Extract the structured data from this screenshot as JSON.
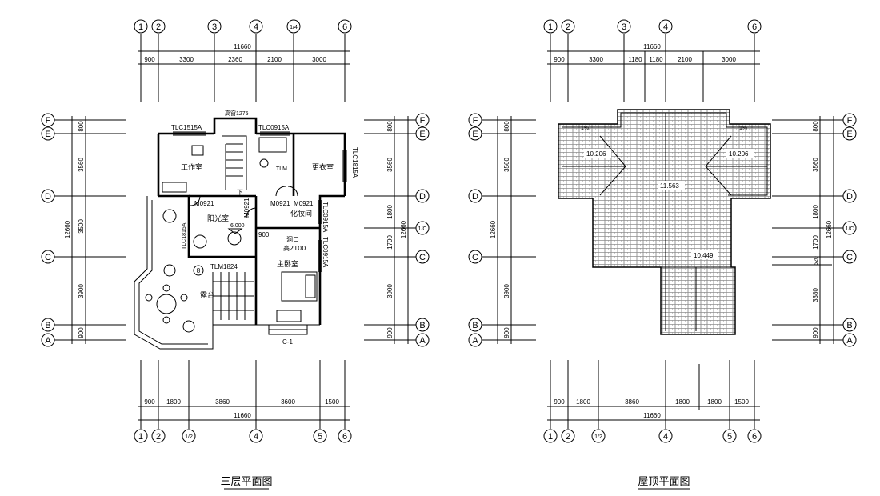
{
  "plan_left": {
    "title": "三层平面图",
    "top_axes": [
      "1",
      "2",
      "3",
      "4",
      "1/4",
      "6"
    ],
    "bottom_axes": [
      "1",
      "2",
      "1/2",
      "4",
      "5",
      "6"
    ],
    "left_axes": [
      "F",
      "E",
      "D",
      "C",
      "B",
      "A"
    ],
    "right_axes": [
      "F",
      "E",
      "D",
      "1/C",
      "C",
      "B",
      "A"
    ],
    "top_total": "11660",
    "top_dims": [
      "900",
      "3300",
      "2360",
      "2100",
      "3000"
    ],
    "bottom_total": "11660",
    "bottom_dims": [
      "900",
      "1800",
      "3860",
      "3600",
      "1500"
    ],
    "left_total": "12660",
    "left_dims": [
      "800",
      "3560",
      "3500",
      "3900",
      "900"
    ],
    "right_total": "12660",
    "right_dims": [
      "800",
      "3560",
      "1800",
      "1700",
      "3900",
      "900"
    ],
    "rooms": {
      "study": "工作室",
      "dressing": "更衣室",
      "sunroom": "阳光室",
      "makeup": "化妆间",
      "master": "主卧室",
      "terrace": "露台",
      "opening": "洞口",
      "opening_height": "高2100"
    },
    "labels": {
      "win_study": "TLC1515A",
      "win_stair": "高窗1275",
      "win_bath": "TLC0915A",
      "win_dress": "TLC1815A",
      "door_1": "M0921",
      "door_2": "M0921",
      "door_3": "M0921",
      "door_4": "M0921",
      "win_makeup": "TLC0915A",
      "win_master": "TLC0915A",
      "sunroom_win": "TLC1815A",
      "door_terrace": "TLM1824",
      "level": "6.000",
      "dim_900": "900",
      "c1": "C-1",
      "bath": "TLM",
      "down": "下"
    },
    "section_mark": "8"
  },
  "plan_right": {
    "title": "屋顶平面图",
    "top_axes": [
      "1",
      "2",
      "3",
      "4",
      "6"
    ],
    "bottom_axes": [
      "1",
      "2",
      "1/2",
      "4",
      "5",
      "6"
    ],
    "left_axes": [
      "F",
      "E",
      "D",
      "C",
      "B",
      "A"
    ],
    "right_axes": [
      "F",
      "E",
      "D",
      "1/C",
      "C",
      "B",
      "A"
    ],
    "top_total": "11660",
    "top_dims": [
      "900",
      "3300",
      "1180",
      "1180",
      "2100",
      "3000"
    ],
    "bottom_total": "11660",
    "bottom_dims": [
      "900",
      "1800",
      "3860",
      "1800",
      "1800",
      "1500"
    ],
    "left_total": "12660",
    "left_dims": [
      "800",
      "3560",
      "3900",
      "900"
    ],
    "right_total": "12660",
    "right_dims": [
      "800",
      "3560",
      "1800",
      "1700",
      "520",
      "3380",
      "900"
    ],
    "elevations": [
      "10.206",
      "10.206",
      "11.563",
      "10.449"
    ],
    "slope_label": "1%"
  }
}
